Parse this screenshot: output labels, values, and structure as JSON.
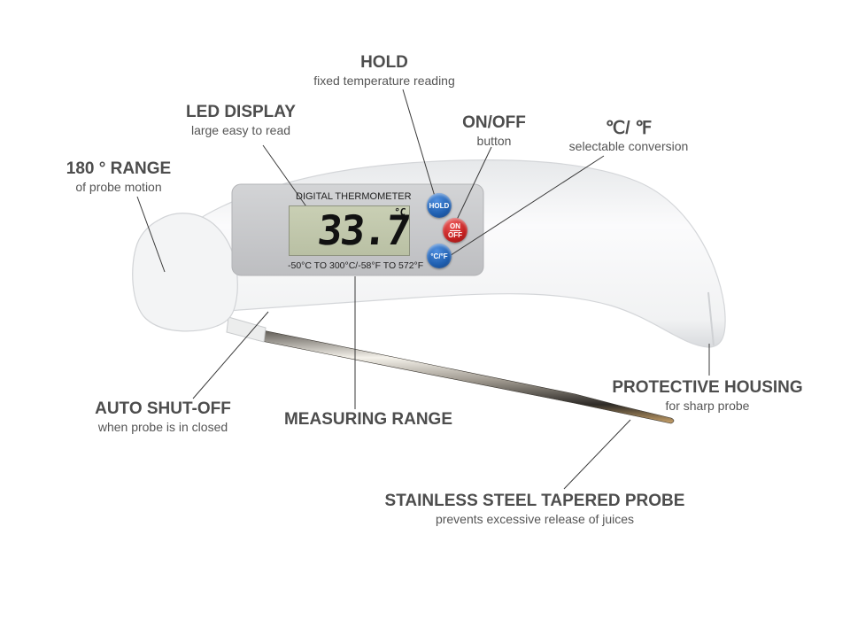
{
  "product": {
    "panel_title": "DIGITAL THERMOMETER",
    "display_value": "33.7",
    "display_unit": "°C",
    "range_text": "-50°C TO 300°C/-58°F TO 572°F",
    "buttons": {
      "hold": "HOLD",
      "on": "ON",
      "off": "OFF",
      "unit": "°C/°F"
    },
    "colors": {
      "hold_button": "#1f5fb0",
      "power_button": "#c21f1f",
      "unit_button": "#1f5fb0",
      "lcd": "#c3c9ad",
      "body": "#f2f3f4",
      "panel": "#c8c9cb"
    }
  },
  "callouts": [
    {
      "id": "hold",
      "title": "HOLD",
      "subtitle": "fixed temperature reading"
    },
    {
      "id": "led-display",
      "title": "LED DISPLAY",
      "subtitle": "large easy to read"
    },
    {
      "id": "on-off",
      "title": "ON/OFF",
      "subtitle": "button"
    },
    {
      "id": "unit-conversion",
      "title": "℃/ ℉",
      "subtitle": "selectable conversion"
    },
    {
      "id": "range-180",
      "title": "180 ° RANGE",
      "subtitle": "of probe motion"
    },
    {
      "id": "protective-housing",
      "title": "PROTECTIVE HOUSING",
      "subtitle": "for sharp probe"
    },
    {
      "id": "auto-shut-off",
      "title": "AUTO SHUT-OFF",
      "subtitle": "when probe is in closed"
    },
    {
      "id": "measuring-range",
      "title": "MEASURING RANGE",
      "subtitle": ""
    },
    {
      "id": "probe",
      "title": "STAINLESS STEEL TAPERED PROBE",
      "subtitle": "prevents excessive release of juices"
    }
  ]
}
